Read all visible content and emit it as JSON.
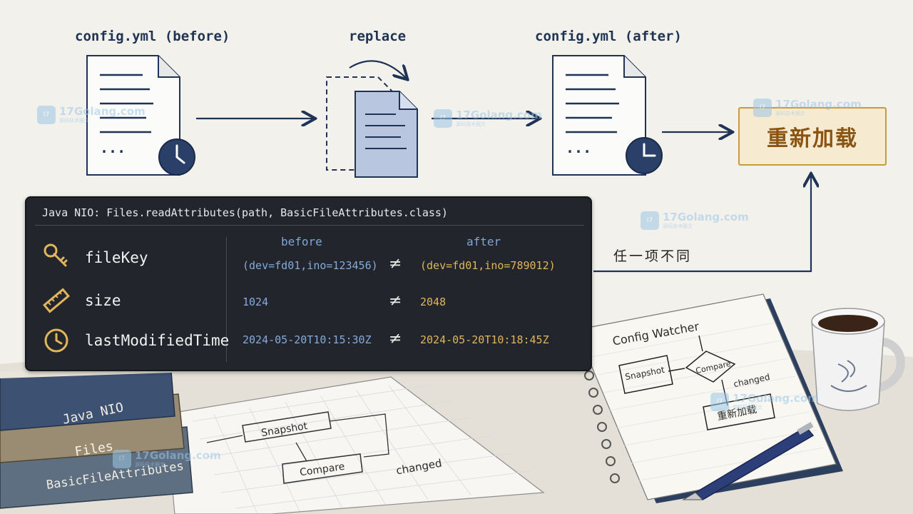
{
  "flow": {
    "before_label": "config.yml (before)",
    "replace_label": "replace",
    "after_label": "config.yml (after)",
    "ellipsis": "...",
    "reload_label": "重新加载",
    "any_diff_label": "任一项不同"
  },
  "panel": {
    "title": "Java NIO: Files.readAttributes(path, BasicFileAttributes.class)",
    "col_before": "before",
    "col_after": "after",
    "neq_symbol": "≠",
    "rows": [
      {
        "icon": "key-icon",
        "name": "fileKey",
        "before": "(dev=fd01,ino=123456)",
        "after": "(dev=fd01,ino=789012)"
      },
      {
        "icon": "ruler-icon",
        "name": "size",
        "before": "1024",
        "after": "2048"
      },
      {
        "icon": "clock-icon",
        "name": "lastModifiedTime",
        "before": "2024-05-20T10:15:30Z",
        "after": "2024-05-20T10:18:45Z"
      }
    ]
  },
  "notebook": {
    "title": "Config Watcher",
    "snapshot": "Snapshot",
    "compare": "Compare",
    "changed": "changed",
    "reload": "重新加载"
  },
  "paper": {
    "snapshot": "Snapshot",
    "compare": "Compare",
    "changed": "changed"
  },
  "books": [
    "Java NIO",
    "Files",
    "BasicFileAttributes"
  ],
  "watermark": {
    "text": "17Golang.com",
    "sub": "源码技术圈文",
    "badge": "I7"
  },
  "colors": {
    "navy": "#1f3354",
    "panel_bg": "#22252b",
    "before_blue": "#86abdb",
    "after_gold": "#e0b65c",
    "reload_fill": "#f6ead0",
    "reload_border": "#c99a3c"
  }
}
